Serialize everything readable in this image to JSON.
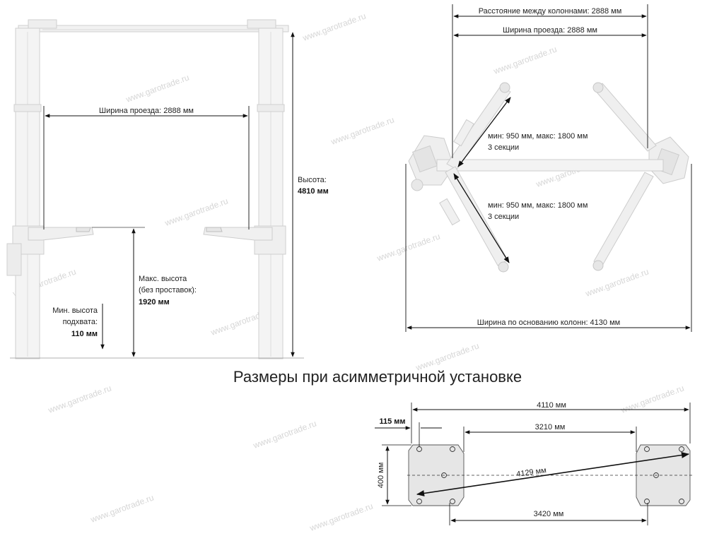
{
  "watermark": "www.garotrade.ru",
  "front_view": {
    "drive_width": "Ширина проезда: 2888 мм",
    "height_label": "Высота:",
    "height_value": "4810 мм",
    "max_height_line1": "Макс. высота",
    "max_height_line2": "(без проставок):",
    "max_height_value": "1920 мм",
    "min_height_line1": "Мин. высота",
    "min_height_line2": "подхвата:",
    "min_height_value": "110 мм"
  },
  "top_view": {
    "column_distance": "Расстояние между колоннами: 2888 мм",
    "drive_width": "Ширина проезда: 2888 мм",
    "arm1_line1": "мин: 950 мм, макс: 1800 мм",
    "arm1_line2": "3 секции",
    "arm2_line1": "мин: 950 мм, макс: 1800 мм",
    "arm2_line2": "3 секции",
    "base_width": "Ширина по основанию колонн: 4130 мм"
  },
  "section_title": "Размеры при асимметричной установке",
  "base_plan": {
    "overall": "4110 мм",
    "offset": "115 мм",
    "inner": "3210 мм",
    "diagonal": "4129 мм",
    "depth": "400 мм",
    "bottom": "3420 мм"
  }
}
